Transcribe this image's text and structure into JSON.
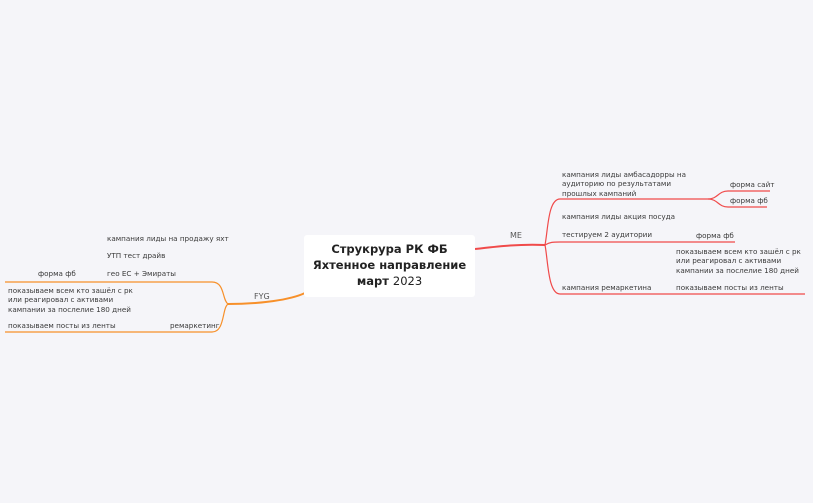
{
  "colors": {
    "right_branch": "#f04a4a",
    "left_branch": "#f7902a",
    "background": "#f5f5f9"
  },
  "root": {
    "line1": "Струкрура РК ФБ",
    "line2": "Яхтенное направление",
    "line3_bold": "март",
    "line3_normal": "2023"
  },
  "right": {
    "label": "ME",
    "items": [
      {
        "text": "кампания лиды амбасадорры на аудиторию по результатами прошлых кампаний",
        "children": [
          "форма сайт",
          "форма фб"
        ]
      },
      {
        "text": "кампания лиды акция посуда"
      },
      {
        "text": "тестируем 2 аудитории",
        "children": [
          "форма фб"
        ]
      },
      {
        "text": "кампания ремаркетина",
        "children": [
          "показываем всем кто зашёл с рк или реагировал с активами кампании за послелие 180 дней",
          "показываем посты из ленты"
        ]
      }
    ]
  },
  "left": {
    "label": "FYG",
    "items": [
      {
        "text": "кампания лиды на продажу яхт"
      },
      {
        "text": "УТП тест драйв"
      },
      {
        "text": "гео ЕС + Эмираты",
        "children": [
          "форма фб"
        ]
      },
      {
        "text": "ремаркетинг",
        "children": [
          "показываем всем кто зашёл с рк или реагировал с активами кампании за послелие 180 дней",
          "показываем посты из ленты"
        ]
      }
    ]
  }
}
